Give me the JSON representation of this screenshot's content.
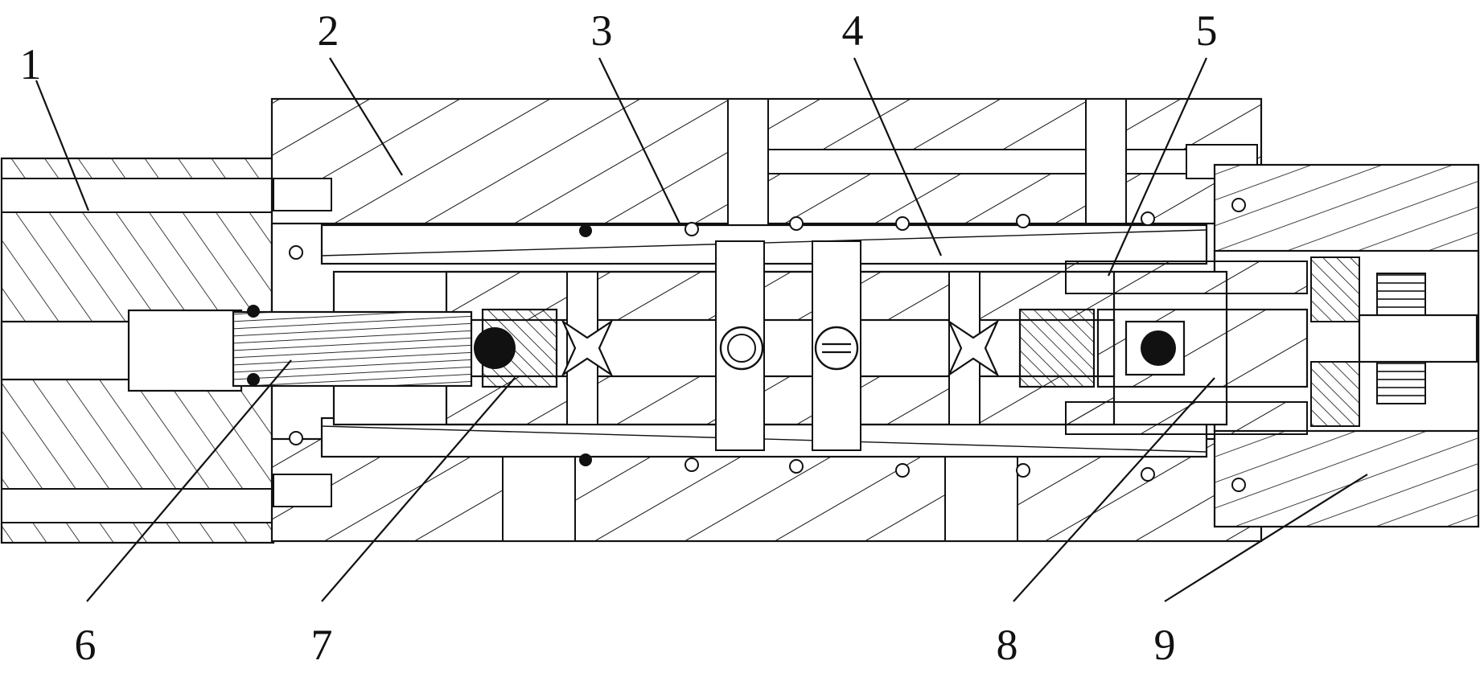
{
  "diagram": {
    "labels": [
      {
        "id": "1",
        "text": "1"
      },
      {
        "id": "2",
        "text": "2"
      },
      {
        "id": "3",
        "text": "3"
      },
      {
        "id": "4",
        "text": "4"
      },
      {
        "id": "5",
        "text": "5"
      },
      {
        "id": "6",
        "text": "6"
      },
      {
        "id": "7",
        "text": "7"
      },
      {
        "id": "8",
        "text": "8"
      },
      {
        "id": "9",
        "text": "9"
      }
    ],
    "colors": {
      "line": "#111111",
      "background": "#ffffff"
    }
  }
}
